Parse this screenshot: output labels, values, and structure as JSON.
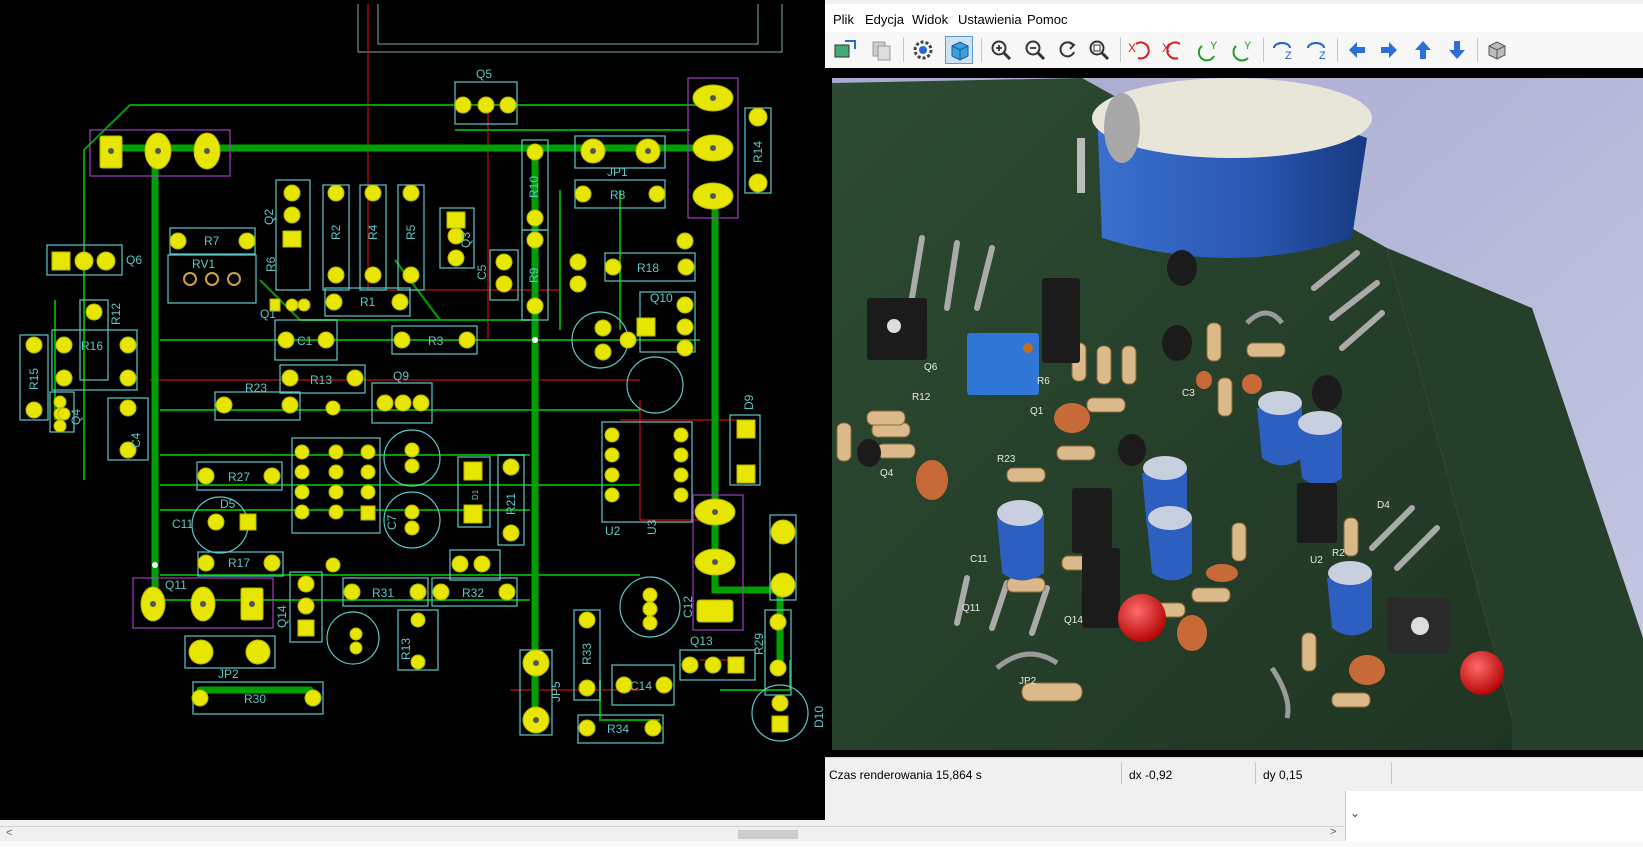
{
  "pcb_editor": {
    "references": {
      "q5": "Q5",
      "r10": "R10",
      "r14": "R14",
      "jp1": "JP1",
      "r8": "R8",
      "q2": "Q2",
      "r2": "R2",
      "r4": "R4",
      "r5": "R5",
      "q3": "Q3",
      "c5": "C5",
      "r9": "R9",
      "r18": "R18",
      "q6": "Q6",
      "r7": "R7",
      "rv1": "RV1",
      "r6": "R6",
      "q1": "Q1",
      "r1": "R1",
      "c1": "C1",
      "r3": "R3",
      "q10": "Q10",
      "r12": "R12",
      "r16": "R16",
      "r15": "R15",
      "r13": "R13",
      "q9": "Q9",
      "r23": "R23",
      "q4": "Q4",
      "c4": "C4",
      "d9": "D9",
      "r27": "R27",
      "d5": "D5",
      "c11": "C11",
      "d1": "D1",
      "r21": "R21",
      "c7": "C7",
      "u2": "U2",
      "r31": "R31",
      "r32": "R32",
      "q11": "Q11",
      "r17": "R17",
      "q14": "Q14",
      "r13b": "R13",
      "jp2": "JP2",
      "r30": "R30",
      "jp5": "JP5",
      "r33": "R33",
      "c14": "C14",
      "r34": "R34",
      "q13": "Q13",
      "r29": "R29",
      "d10": "D10",
      "c12": "C12",
      "u3": "U3"
    }
  },
  "viewer3d": {
    "menu": [
      "Plik",
      "Edycja",
      "Widok",
      "Ustawienia",
      "Pomoc"
    ],
    "toolbar_icons": [
      "copy-3d-image-icon",
      "copy-to-clipboard-icon",
      "settings-gear-icon",
      "render-raytrace-icon",
      "zoom-in-icon",
      "zoom-out-icon",
      "redraw-icon",
      "zoom-fit-icon",
      "rotate-x-cw-icon",
      "rotate-x-ccw-icon",
      "rotate-y-cw-icon",
      "rotate-y-ccw-icon",
      "rotate-z-cw-icon",
      "rotate-z-ccw-icon",
      "move-left-icon",
      "move-right-icon",
      "move-up-icon",
      "move-down-icon",
      "toggle-ortho-icon"
    ],
    "board_labels": {
      "q6": "Q6",
      "r6": "R6",
      "q1": "Q1",
      "r12": "R12",
      "q4": "Q4",
      "r23": "R23",
      "c3": "C3",
      "d4": "D4",
      "c11": "C11",
      "q11": "Q11",
      "q14": "Q14",
      "u2": "U2",
      "jp2": "JP2",
      "r2": "R2"
    },
    "status": {
      "render_time": "Czas renderowania 15,864 s",
      "dx": "dx -0,92",
      "dy": "dy 0,15"
    }
  },
  "colors": {
    "track": "#00a000",
    "silkscreen": "#5ec8c8",
    "pad": "#e6e600",
    "courtyard": "#a040c0",
    "net_ratsnest": "#c01010",
    "board_green": "#253f2a",
    "electrolytic_blue": "#2c5fbf"
  }
}
